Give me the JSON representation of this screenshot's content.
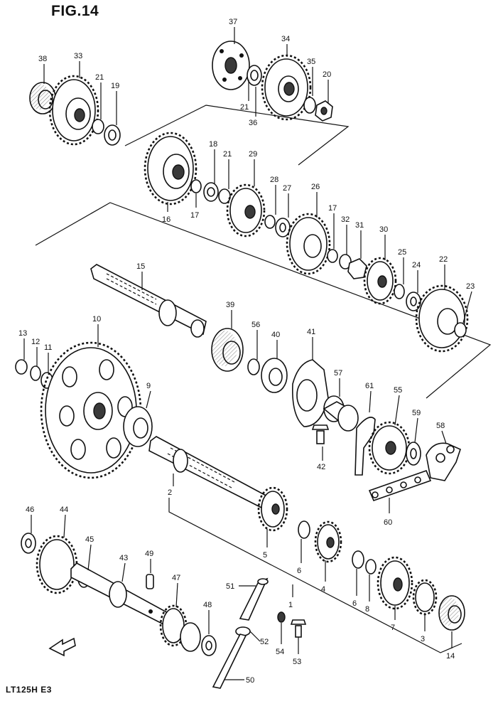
{
  "figure": {
    "title": "FIG.14",
    "model_code": "LT125H E3"
  },
  "direction_arrow_icon": "front-arrow-icon",
  "callouts": [
    {
      "id": "c37",
      "label": "37"
    },
    {
      "id": "c34",
      "label": "34"
    },
    {
      "id": "c35",
      "label": "35"
    },
    {
      "id": "c20a",
      "label": "20"
    },
    {
      "id": "c21a",
      "label": "21"
    },
    {
      "id": "c36",
      "label": "36"
    },
    {
      "id": "c38",
      "label": "38"
    },
    {
      "id": "c33",
      "label": "33"
    },
    {
      "id": "c21b",
      "label": "21"
    },
    {
      "id": "c19",
      "label": "19"
    },
    {
      "id": "c18",
      "label": "18"
    },
    {
      "id": "c21c",
      "label": "21"
    },
    {
      "id": "c29",
      "label": "29"
    },
    {
      "id": "c16",
      "label": "16"
    },
    {
      "id": "c17a",
      "label": "17"
    },
    {
      "id": "c28",
      "label": "28"
    },
    {
      "id": "c27",
      "label": "27"
    },
    {
      "id": "c26",
      "label": "26"
    },
    {
      "id": "c17b",
      "label": "17"
    },
    {
      "id": "c32",
      "label": "32"
    },
    {
      "id": "c31",
      "label": "31"
    },
    {
      "id": "c30",
      "label": "30"
    },
    {
      "id": "c25",
      "label": "25"
    },
    {
      "id": "c24",
      "label": "24"
    },
    {
      "id": "c22",
      "label": "22"
    },
    {
      "id": "c23",
      "label": "23"
    },
    {
      "id": "c15",
      "label": "15"
    },
    {
      "id": "c39",
      "label": "39"
    },
    {
      "id": "c56",
      "label": "56"
    },
    {
      "id": "c40",
      "label": "40"
    },
    {
      "id": "c41",
      "label": "41"
    },
    {
      "id": "c10",
      "label": "10"
    },
    {
      "id": "c13",
      "label": "13"
    },
    {
      "id": "c12",
      "label": "12"
    },
    {
      "id": "c11",
      "label": "11"
    },
    {
      "id": "c9",
      "label": "9"
    },
    {
      "id": "c57",
      "label": "57"
    },
    {
      "id": "c61",
      "label": "61"
    },
    {
      "id": "c55",
      "label": "55"
    },
    {
      "id": "c59",
      "label": "59"
    },
    {
      "id": "c58",
      "label": "58"
    },
    {
      "id": "c42",
      "label": "42"
    },
    {
      "id": "c60",
      "label": "60"
    },
    {
      "id": "c2",
      "label": "2"
    },
    {
      "id": "c5",
      "label": "5"
    },
    {
      "id": "c6a",
      "label": "6"
    },
    {
      "id": "c4",
      "label": "4"
    },
    {
      "id": "c1",
      "label": "1"
    },
    {
      "id": "c6b",
      "label": "6"
    },
    {
      "id": "c8",
      "label": "8"
    },
    {
      "id": "c7",
      "label": "7"
    },
    {
      "id": "c3",
      "label": "3"
    },
    {
      "id": "c14",
      "label": "14"
    },
    {
      "id": "c46",
      "label": "46"
    },
    {
      "id": "c44",
      "label": "44"
    },
    {
      "id": "c45",
      "label": "45"
    },
    {
      "id": "c43",
      "label": "43"
    },
    {
      "id": "c49",
      "label": "49"
    },
    {
      "id": "c47",
      "label": "47"
    },
    {
      "id": "c48",
      "label": "48"
    },
    {
      "id": "c51",
      "label": "51"
    },
    {
      "id": "c52",
      "label": "52"
    },
    {
      "id": "c54",
      "label": "54"
    },
    {
      "id": "c53",
      "label": "53"
    },
    {
      "id": "c50",
      "label": "50"
    }
  ]
}
